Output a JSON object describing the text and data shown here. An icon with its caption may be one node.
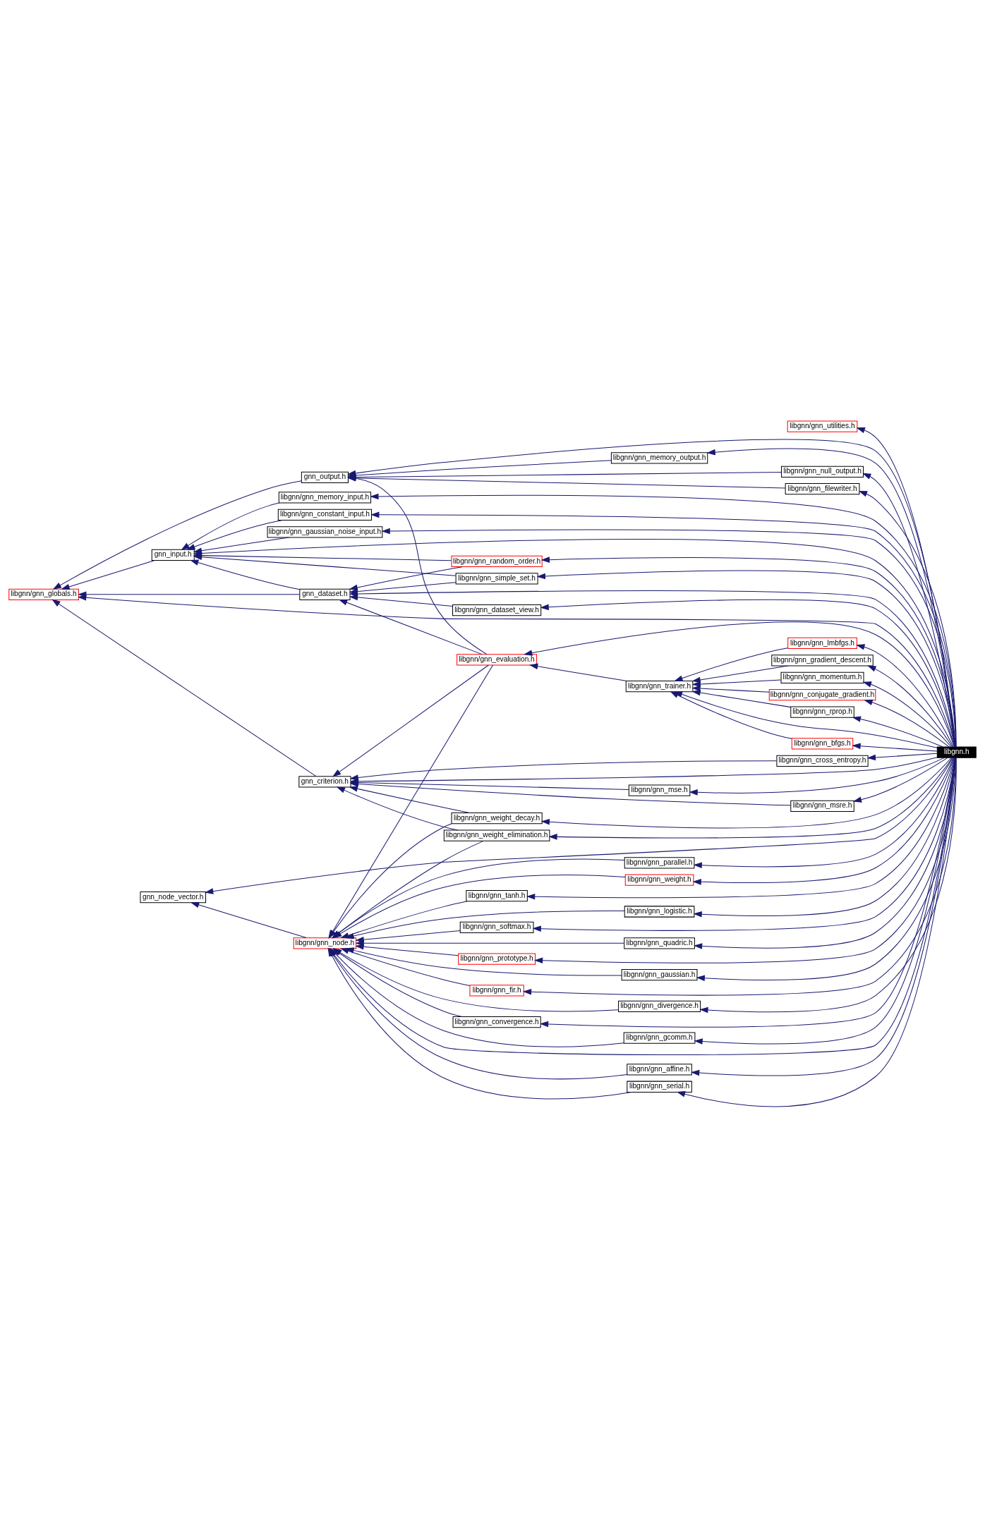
{
  "diagram": {
    "nodes": [
      {
        "text": [
          "libgnn.h"
        ]
      },
      {
        "text": [
          "libgnn/gnn_utilities.h"
        ]
      },
      {
        "text": [
          "libgnn/gnn_mse.h"
        ]
      },
      {
        "text": [
          "libgnn/gnn_msre.h"
        ]
      },
      {
        "text": [
          "libgnn/gnn_cross_entropy.h"
        ]
      },
      {
        "text": [
          "gnn_criterion.h"
        ]
      },
      {
        "text": [
          "libgnn/gnn_weight_decay.h"
        ]
      },
      {
        "text": [
          "libgnn/gnn_weight_elimination.h"
        ]
      },
      {
        "text": [
          "libgnn/gnn_affine.h"
        ]
      },
      {
        "text": [
          "libgnn/gnn_serial.h"
        ]
      },
      {
        "text": [
          "libgnn/gnn_parallel.h"
        ]
      },
      {
        "text": [
          "libgnn/gnn_weight.h"
        ]
      },
      {
        "text": [
          "libgnn/gnn_tanh.h"
        ]
      },
      {
        "text": [
          "libgnn/gnn_logistic.h"
        ]
      },
      {
        "text": [
          "libgnn/gnn_node.h"
        ]
      },
      {
        "text": [
          "libgnn/gnn_softmax.h"
        ]
      },
      {
        "text": [
          "libgnn/gnn_quadric.h"
        ]
      },
      {
        "text": [
          "libgnn/gnn_prototype.h"
        ]
      },
      {
        "text": [
          "libgnn/gnn_gaussian.h"
        ]
      },
      {
        "text": [
          "gnn_node_vector.h"
        ]
      },
      {
        "text": [
          "libgnn/gnn_fir.h"
        ]
      },
      {
        "text": [
          "libgnn/gnn_divergence.h"
        ]
      },
      {
        "text": [
          "libgnn/gnn_convergence.h"
        ]
      },
      {
        "text": [
          "libgnn/gnn_gcomm.h"
        ]
      },
      {
        "text": [
          "libgnn/gnn_bfgs.h"
        ]
      },
      {
        "text": [
          "libgnn/gnn_lmbfgs.h"
        ]
      },
      {
        "text": [
          "libgnn/gnn_gradient_descent.h"
        ]
      },
      {
        "text": [
          "libgnn/gnn_trainer.h"
        ]
      },
      {
        "text": [
          "libgnn/gnn_momentum.h"
        ]
      },
      {
        "text": [
          "libgnn/gnn_evaluation.h"
        ]
      },
      {
        "text": [
          "libgnn/gnn_conjugate_gradient.h"
        ]
      },
      {
        "text": [
          "libgnn/gnn_rprop.h"
        ]
      },
      {
        "text": [
          "libgnn/gnn_globals.h"
        ]
      },
      {
        "text": [
          "libgnn/gnn_memory_output.h"
        ]
      },
      {
        "text": [
          "gnn_output.h"
        ]
      },
      {
        "text": [
          "libgnn/gnn_null_output.h"
        ]
      },
      {
        "text": [
          "libgnn/gnn_filewriter.h"
        ]
      },
      {
        "text": [
          "libgnn/gnn_dataset_view.h"
        ]
      },
      {
        "text": [
          "gnn_dataset.h"
        ]
      },
      {
        "text": [
          "libgnn/gnn_random_order.h"
        ]
      },
      {
        "text": [
          "gnn_input.h"
        ]
      },
      {
        "text": [
          "libgnn/gnn_simple_set.h"
        ]
      },
      {
        "text": [
          "libgnn/gnn_memory_input.h"
        ]
      },
      {
        "text": [
          "libgnn/gnn_constant_input.h"
        ]
      },
      {
        "text": [
          "libgnn/gnn_gaussian_noise_input.h"
        ]
      }
    ],
    "edges": [
      {
        "from": 0,
        "to": 1,
        "arrow": "to"
      },
      {
        "from": 0,
        "to": 2,
        "arrow": "to"
      },
      {
        "from": 0,
        "to": 3,
        "arrow": "to"
      },
      {
        "from": 0,
        "to": 4,
        "arrow": "to"
      },
      {
        "from": 0,
        "to": 5,
        "arrow": "to"
      },
      {
        "from": 0,
        "to": 6,
        "arrow": "to"
      },
      {
        "from": 0,
        "to": 7,
        "arrow": "to"
      },
      {
        "from": 0,
        "to": 8,
        "arrow": "to"
      },
      {
        "from": 0,
        "to": 9,
        "arrow": "to"
      },
      {
        "from": 0,
        "to": 10,
        "arrow": "to"
      },
      {
        "from": 0,
        "to": 11,
        "arrow": "to"
      },
      {
        "from": 0,
        "to": 12,
        "arrow": "to"
      },
      {
        "from": 0,
        "to": 13,
        "arrow": "to"
      },
      {
        "from": 0,
        "to": 14,
        "arrow": "to"
      },
      {
        "from": 0,
        "to": 15,
        "arrow": "to"
      },
      {
        "from": 0,
        "to": 16,
        "arrow": "to"
      },
      {
        "from": 0,
        "to": 17,
        "arrow": "to"
      },
      {
        "from": 0,
        "to": 18,
        "arrow": "to"
      },
      {
        "from": 0,
        "to": 19,
        "arrow": "to"
      },
      {
        "from": 0,
        "to": 20,
        "arrow": "to"
      },
      {
        "from": 0,
        "to": 21,
        "arrow": "to"
      },
      {
        "from": 0,
        "to": 22,
        "arrow": "to"
      },
      {
        "from": 0,
        "to": 23,
        "arrow": "to"
      },
      {
        "from": 0,
        "to": 24,
        "arrow": "to"
      },
      {
        "from": 0,
        "to": 25,
        "arrow": "to"
      },
      {
        "from": 0,
        "to": 26,
        "arrow": "to"
      },
      {
        "from": 0,
        "to": 27,
        "arrow": "to"
      },
      {
        "from": 0,
        "to": 28,
        "arrow": "to"
      },
      {
        "from": 0,
        "to": 29,
        "arrow": "to"
      },
      {
        "from": 0,
        "to": 30,
        "arrow": "to"
      },
      {
        "from": 0,
        "to": 31,
        "arrow": "to"
      },
      {
        "from": 0,
        "to": 32,
        "arrow": "to"
      },
      {
        "from": 0,
        "to": 33,
        "arrow": "to"
      },
      {
        "from": 0,
        "to": 34,
        "arrow": "to"
      },
      {
        "from": 0,
        "to": 35,
        "arrow": "to"
      },
      {
        "from": 0,
        "to": 36,
        "arrow": "to"
      },
      {
        "from": 0,
        "to": 37,
        "arrow": "to"
      },
      {
        "from": 0,
        "to": 38,
        "arrow": "to"
      },
      {
        "from": 0,
        "to": 39,
        "arrow": "to"
      },
      {
        "from": 0,
        "to": 40,
        "arrow": "to"
      },
      {
        "from": 0,
        "to": 41,
        "arrow": "to"
      },
      {
        "from": 0,
        "to": 42,
        "arrow": "to"
      },
      {
        "from": 0,
        "to": 43,
        "arrow": "to"
      },
      {
        "from": 0,
        "to": 44,
        "arrow": "to"
      },
      {
        "from": 2,
        "to": 5,
        "arrow": "to"
      },
      {
        "from": 3,
        "to": 5,
        "arrow": "to"
      },
      {
        "from": 4,
        "to": 5,
        "arrow": "to"
      },
      {
        "from": 6,
        "to": 5,
        "arrow": "to"
      },
      {
        "from": 7,
        "to": 5,
        "arrow": "to"
      },
      {
        "from": 29,
        "to": 5,
        "arrow": "to"
      },
      {
        "from": 5,
        "to": 32,
        "arrow": "to"
      },
      {
        "from": 6,
        "to": 14,
        "arrow": "to"
      },
      {
        "from": 7,
        "to": 14,
        "arrow": "to"
      },
      {
        "from": 8,
        "to": 14,
        "arrow": "to"
      },
      {
        "from": 9,
        "to": 14,
        "arrow": "to"
      },
      {
        "from": 10,
        "to": 14,
        "arrow": "to"
      },
      {
        "from": 11,
        "to": 14,
        "arrow": "to"
      },
      {
        "from": 12,
        "to": 14,
        "arrow": "to"
      },
      {
        "from": 13,
        "to": 14,
        "arrow": "to"
      },
      {
        "from": 15,
        "to": 14,
        "arrow": "to"
      },
      {
        "from": 16,
        "to": 14,
        "arrow": "to"
      },
      {
        "from": 17,
        "to": 14,
        "arrow": "to"
      },
      {
        "from": 18,
        "to": 14,
        "arrow": "to"
      },
      {
        "from": 20,
        "to": 14,
        "arrow": "to"
      },
      {
        "from": 21,
        "to": 14,
        "arrow": "to"
      },
      {
        "from": 22,
        "to": 14,
        "arrow": "to"
      },
      {
        "from": 23,
        "to": 14,
        "arrow": "to"
      },
      {
        "from": 29,
        "to": 14,
        "arrow": "to"
      },
      {
        "from": 14,
        "to": 19,
        "arrow": "to"
      },
      {
        "from": 24,
        "to": 27,
        "arrow": "to"
      },
      {
        "from": 25,
        "to": 27,
        "arrow": "to"
      },
      {
        "from": 26,
        "to": 27,
        "arrow": "to"
      },
      {
        "from": 28,
        "to": 27,
        "arrow": "to"
      },
      {
        "from": 30,
        "to": 27,
        "arrow": "to"
      },
      {
        "from": 31,
        "to": 27,
        "arrow": "to"
      },
      {
        "from": 27,
        "to": 29,
        "arrow": "to"
      },
      {
        "from": 29,
        "to": 34,
        "arrow": "to"
      },
      {
        "from": 29,
        "to": 38,
        "arrow": "to"
      },
      {
        "from": 34,
        "to": 32,
        "arrow": "to"
      },
      {
        "from": 33,
        "to": 34,
        "arrow": "to"
      },
      {
        "from": 35,
        "to": 34,
        "arrow": "to"
      },
      {
        "from": 36,
        "to": 34,
        "arrow": "to"
      },
      {
        "from": 38,
        "to": 32,
        "arrow": "to"
      },
      {
        "from": 37,
        "to": 38,
        "arrow": "to"
      },
      {
        "from": 39,
        "to": 38,
        "arrow": "to"
      },
      {
        "from": 41,
        "to": 38,
        "arrow": "to"
      },
      {
        "from": 38,
        "to": 40,
        "arrow": "to"
      },
      {
        "from": 40,
        "to": 32,
        "arrow": "to"
      },
      {
        "from": 39,
        "to": 40,
        "arrow": "to"
      },
      {
        "from": 41,
        "to": 40,
        "arrow": "to"
      },
      {
        "from": 42,
        "to": 40,
        "arrow": "to"
      },
      {
        "from": 43,
        "to": 40,
        "arrow": "to"
      },
      {
        "from": 44,
        "to": 40,
        "arrow": "to"
      }
    ]
  }
}
